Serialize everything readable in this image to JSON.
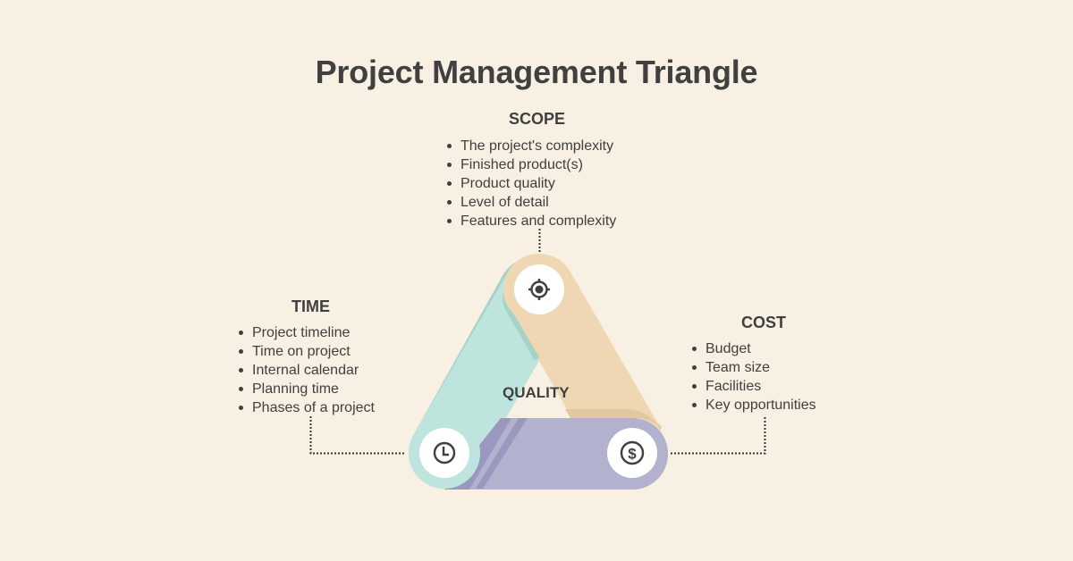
{
  "title": "Project Management Triangle",
  "center_label": "QUALITY",
  "colors": {
    "background": "#f8f0e2",
    "text": "#3f3f3f",
    "scope_band": "#efd7b3",
    "scope_shadow": "#e3c7a0",
    "time_band": "#bde5dd",
    "time_shadow": "#a5d3c8",
    "cost_band": "#b2b1ce",
    "cost_shadow": "#9a98bf",
    "icon_circle": "#ffffff"
  },
  "scope": {
    "heading": "SCOPE",
    "icon": "target-icon",
    "items": [
      "The project's complexity",
      "Finished product(s)",
      "Product quality",
      "Level of detail",
      "Features and complexity"
    ]
  },
  "time": {
    "heading": "TIME",
    "icon": "clock-icon",
    "items": [
      "Project timeline",
      "Time on project",
      "Internal calendar",
      "Planning time",
      "Phases of a project"
    ]
  },
  "cost": {
    "heading": "COST",
    "icon": "dollar-icon",
    "items": [
      "Budget",
      "Team size",
      "Facilities",
      "Key opportunities"
    ]
  }
}
